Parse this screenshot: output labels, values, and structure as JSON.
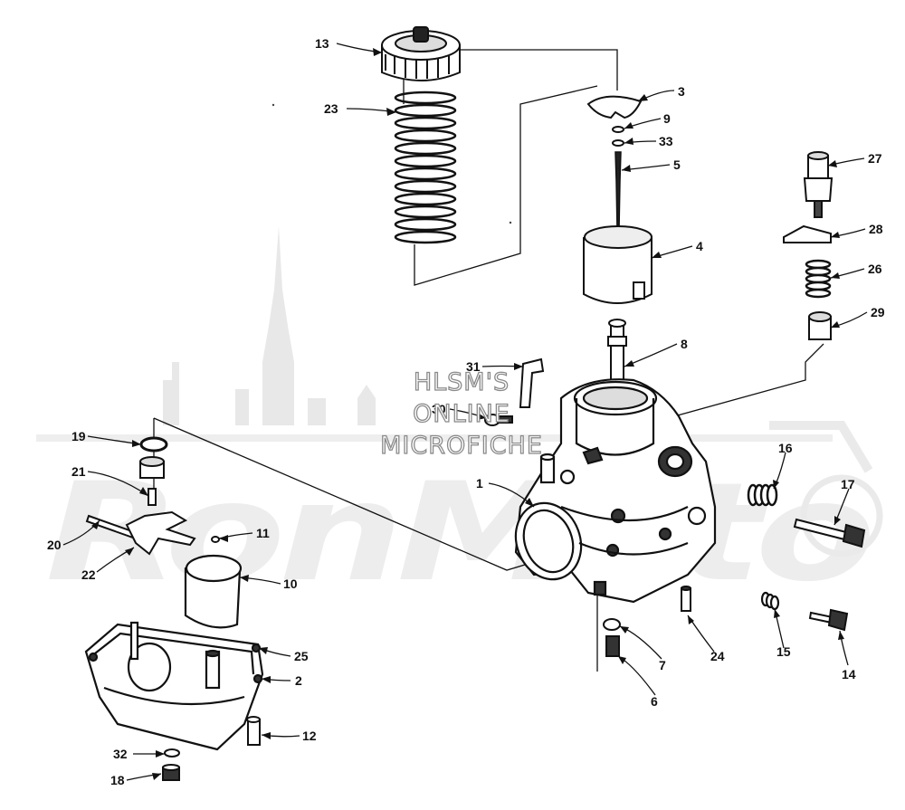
{
  "watermark": {
    "line1": "HLSM'S",
    "line2": "ONLINE",
    "line3": "MICROFICHE",
    "logo_text": "RonMoto"
  },
  "callouts": [
    "13",
    "23",
    "3",
    "9",
    "33",
    "5",
    "27",
    "4",
    "28",
    "26",
    "29",
    "8",
    "31",
    "30",
    "19",
    "21",
    "1",
    "16",
    "17",
    "20",
    "11",
    "22",
    "10",
    "25",
    "2",
    "7",
    "24",
    "15",
    "14",
    "6",
    "12",
    "32",
    "18"
  ]
}
